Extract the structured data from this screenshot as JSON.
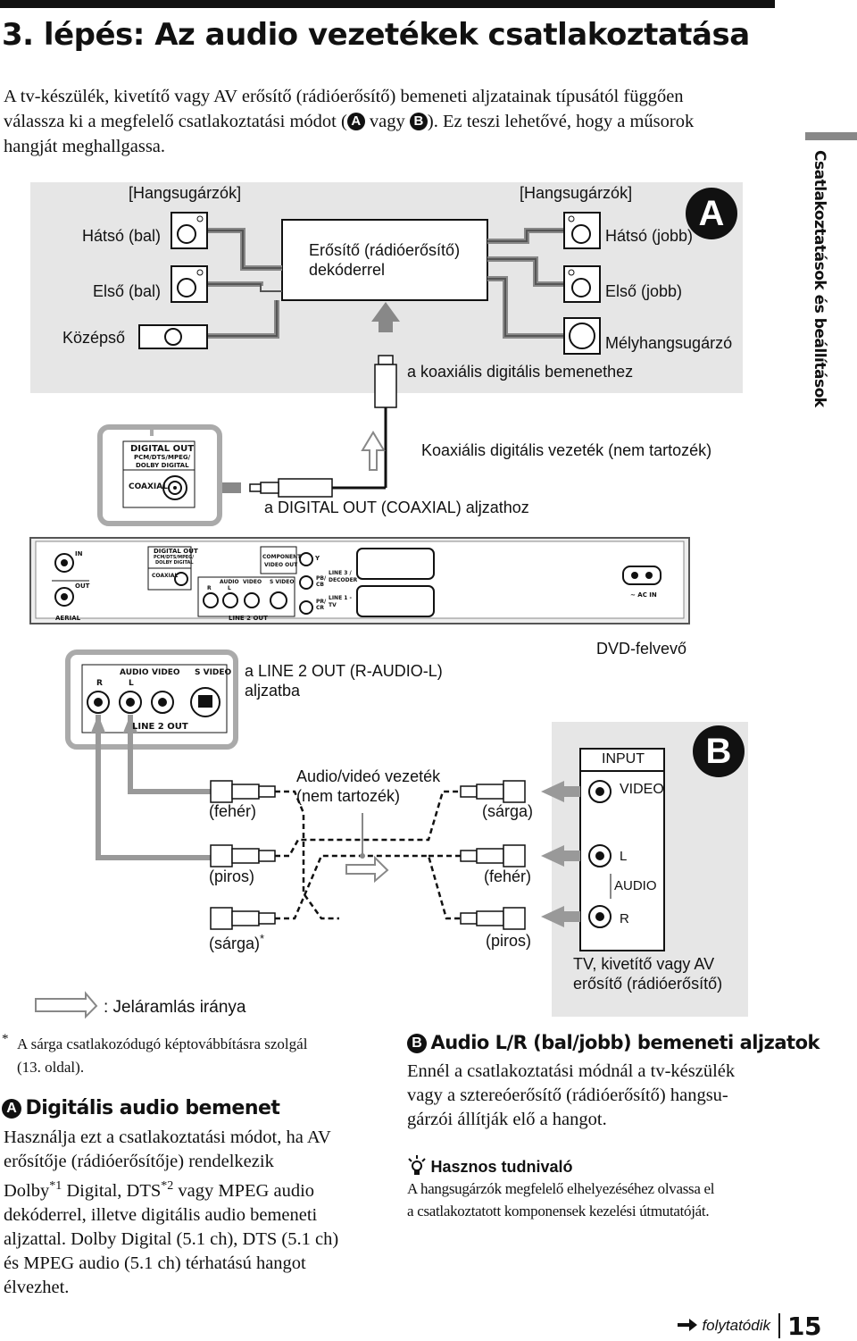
{
  "header": {
    "title": "3. lépés: Az audio vezetékek csatlakoztatása"
  },
  "intro": {
    "line1": "A tv-készülék, kivetítő vagy AV erősítő (rádióerősítő) bemeneti aljzatainak típusától függően",
    "line2_a": "válassza ki a megfelelő csatlakoztatási módot (",
    "line2_b": " vagy ",
    "line2_c": "). Ez teszi lehetővé, hogy a műsorok",
    "line3": "hangját meghallgassa.",
    "badge_a": "A",
    "badge_b": "B"
  },
  "side_tab": {
    "text": "Csatlakoztatások és beállítások"
  },
  "diagram_a": {
    "badge": "A",
    "speakers_left_label": "[Hangsugárzók]",
    "speakers_right_label": "[Hangsugárzók]",
    "rear_left": "Hátsó (bal)",
    "front_left": "Első (bal)",
    "center": "Középső",
    "rear_right": "Hátsó (jobb)",
    "front_right": "Első (jobb)",
    "subwoofer": "Mélyhangsugárzó",
    "amp_line1": "Erősítő (rádióerősítő)",
    "amp_line2": "dekóderrel",
    "coax_input": "a koaxiális digitális bemenethez",
    "coax_cable": "Koaxiális digitális vezeték (nem tartozék)",
    "digital_out_label": "a DIGITAL OUT (COAXIAL) aljzathoz",
    "panel_digital_out": "DIGITAL OUT",
    "panel_formats1": "PCM/DTS/MPEG/",
    "panel_formats2": "DOLBY DIGITAL",
    "panel_coaxial": "COAXIAL"
  },
  "recorder": {
    "in": "IN",
    "out": "OUT",
    "aerial": "AERIAL",
    "digital_out": "DIGITAL OUT",
    "formats1": "PCM/DTS/MPEG/",
    "formats2": "DOLBY DIGITAL",
    "coaxial": "COAXIAL",
    "audio": "AUDIO",
    "video": "VIDEO",
    "s_video": "S VIDEO",
    "r": "R",
    "l": "L",
    "line2_out": "LINE 2 OUT",
    "component": "COMPONENT",
    "video_out": "VIDEO OUT",
    "y": "Y",
    "pb": "PB/ CB",
    "pr": "PR/ CR",
    "line3": "LINE 3 /",
    "decoder": "DECODER",
    "line1": "LINE 1 -",
    "tv": "TV",
    "ac_in": "~ AC IN",
    "name": "DVD-felvevő"
  },
  "diagram_b": {
    "badge": "B",
    "panel_audio": "AUDIO",
    "panel_video": "VIDEO",
    "panel_svideo": "S VIDEO",
    "panel_r": "R",
    "panel_l": "L",
    "panel_line2out": "LINE 2 OUT",
    "line2_label1": "a LINE 2 OUT (R-AUDIO-L)",
    "line2_label2": "aljzatba",
    "cable_label1": "Audio/videó vezeték",
    "cable_label2": "(nem tartozék)",
    "plug_white_left": "(fehér)",
    "plug_red_left": "(piros)",
    "plug_yellow_left": "(sárga)",
    "asterisk": "*",
    "plug_yellow_right": "(sárga)",
    "plug_white_right": "(fehér)",
    "plug_red_right": "(piros)",
    "tv_input": "INPUT",
    "tv_video": "VIDEO",
    "tv_l": "L",
    "tv_audio": "AUDIO",
    "tv_r": "R",
    "tv_caption1": "TV, kivetítő vagy AV",
    "tv_caption2": "erősítő (rádióerősítő)",
    "signal_flow": ": Jeláramlás iránya"
  },
  "footnote": {
    "mark": "*",
    "line1": "A sárga csatlakozódugó képtovábbításra szolgál",
    "line2": "(13. oldal)."
  },
  "section_a": {
    "badge": "A",
    "heading": "Digitális audio bemenet",
    "l1": "Használja ezt a csatlakoztatási módot, ha AV",
    "l2": "erősítője (rádióerősítője) rendelkezik",
    "l3a": "Dolby",
    "l3sup1": "*1",
    "l3b": " Digital, DTS",
    "l3sup2": "*2",
    "l3c": " vagy MPEG audio",
    "l4": "dekóderrel, illetve digitális audio bemeneti",
    "l5": "aljzattal. Dolby Digital (5.1 ch), DTS (5.1 ch)",
    "l6": "és MPEG audio (5.1 ch) térhatású hangot",
    "l7": "élvezhet."
  },
  "section_b": {
    "badge": "B",
    "heading": "Audio L/R (bal/jobb) bemeneti aljzatok",
    "l1": "Ennél a csatlakoztatási módnál a tv-készülék",
    "l2": "vagy a sztereóerősítő (rádióerősítő) hangsu-",
    "l3": "gárzói állítják elő a hangot."
  },
  "hint": {
    "title": "Hasznos tudnivaló",
    "l1": "A hangsugárzók megfelelő elhelyezéséhez olvassa el",
    "l2": "a csatlakoztatott komponensek kezelési útmutatóját."
  },
  "footer": {
    "continued": "folytatódik",
    "page": "15"
  }
}
